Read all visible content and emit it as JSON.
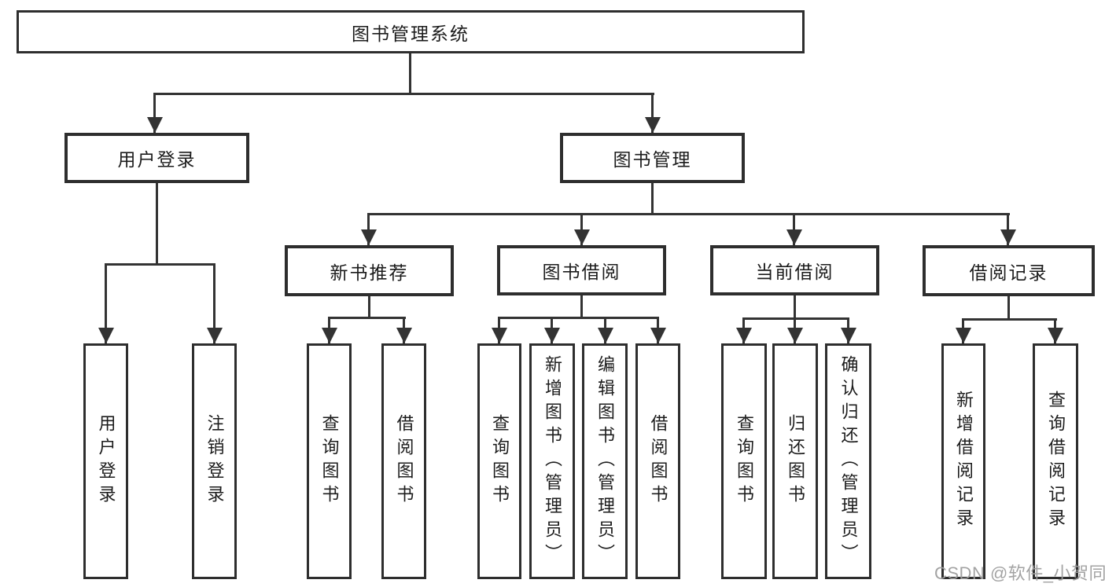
{
  "diagram": {
    "root": {
      "label": "图书管理系统"
    },
    "children": [
      {
        "label": "用户登录",
        "children": [
          {
            "label": "用户登录"
          },
          {
            "label": "注销登录"
          }
        ]
      },
      {
        "label": "图书管理",
        "children": [
          {
            "label": "新书推荐",
            "children": [
              {
                "label": "查询图书"
              },
              {
                "label": "借阅图书"
              }
            ]
          },
          {
            "label": "图书借阅",
            "children": [
              {
                "label": "查询图书"
              },
              {
                "label": "新增图书（管理员）"
              },
              {
                "label": "编辑图书（管理员）"
              },
              {
                "label": "借阅图书"
              }
            ]
          },
          {
            "label": "当前借阅",
            "children": [
              {
                "label": "查询图书"
              },
              {
                "label": "归还图书"
              },
              {
                "label": "确认归还（管理员）"
              }
            ]
          },
          {
            "label": "借阅记录",
            "children": [
              {
                "label": "新增借阅记录"
              },
              {
                "label": "查询借阅记录"
              }
            ]
          }
        ]
      }
    ]
  },
  "watermark": {
    "text": "CSDN @软件_小贺同学"
  },
  "colors": {
    "line": "#333333",
    "box_border": "#2e2e2e",
    "text": "#1c1c1c",
    "watermark": "#9e9e9e",
    "background": "#ffffff"
  }
}
